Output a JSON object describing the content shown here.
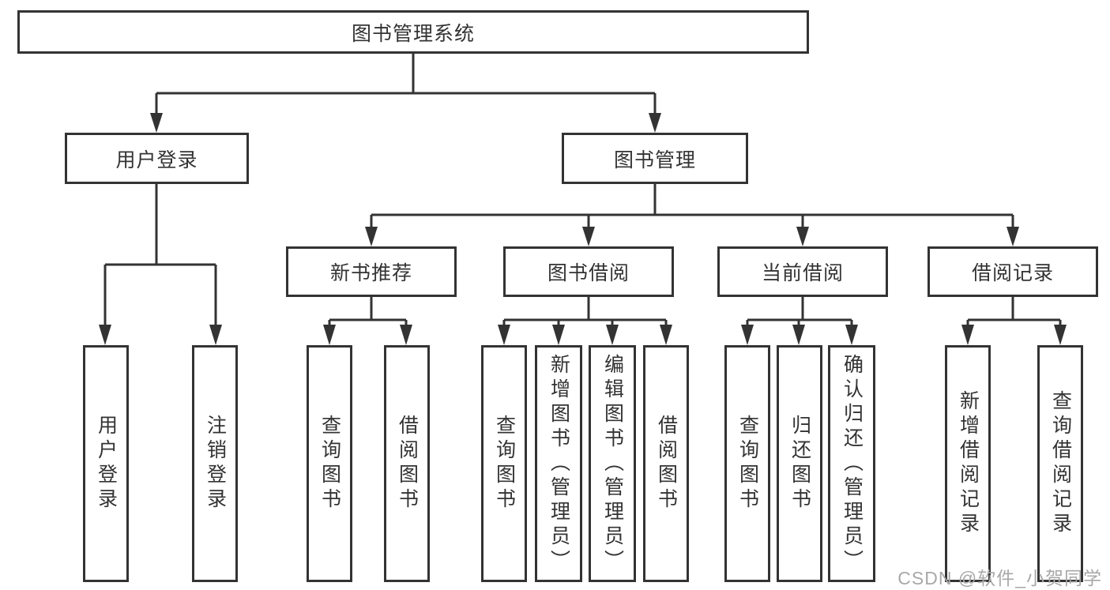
{
  "diagram": {
    "root": {
      "label": "图书管理系统"
    },
    "branches": [
      {
        "label": "用户登录",
        "children": [
          {
            "label": "用户登录"
          },
          {
            "label": "注销登录"
          }
        ]
      },
      {
        "label": "图书管理",
        "children": [
          {
            "label": "新书推荐",
            "children": [
              {
                "label": "查询图书"
              },
              {
                "label": "借阅图书"
              }
            ]
          },
          {
            "label": "图书借阅",
            "children": [
              {
                "label": "查询图书"
              },
              {
                "label": "新增图书（管理员）"
              },
              {
                "label": "编辑图书（管理员）"
              },
              {
                "label": "借阅图书"
              }
            ]
          },
          {
            "label": "当前借阅",
            "children": [
              {
                "label": "查询图书"
              },
              {
                "label": "归还图书"
              },
              {
                "label": "确认归还（管理员）"
              }
            ]
          },
          {
            "label": "借阅记录",
            "children": [
              {
                "label": "新增借阅记录"
              },
              {
                "label": "查询借阅记录"
              }
            ]
          }
        ]
      }
    ]
  },
  "watermark": {
    "text": "CSDN @软件_小贺同学"
  },
  "colors": {
    "line": "#333333",
    "box_border": "#333333",
    "box_fill": "#ffffff",
    "text": "#333333",
    "watermark": "#a8a8a8",
    "background": "#ffffff"
  }
}
